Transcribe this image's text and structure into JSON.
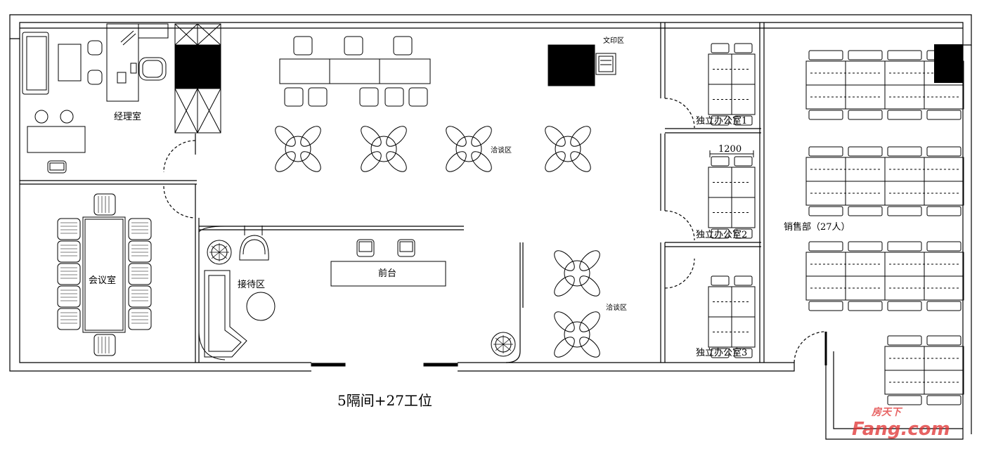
{
  "plan": {
    "rooms": {
      "manager": "经理室",
      "meeting": "会议室",
      "reception": "接待区",
      "front_desk": "前台",
      "print": "文印区",
      "negotiation_1": "洽谈区",
      "negotiation_2": "洽谈区",
      "office_1": "独立办公室1",
      "office_2": "独立办公室2",
      "office_3": "独立办公室3",
      "sales": "销售部（27人）"
    },
    "dimension": "1200",
    "caption": "5隔间+27工位"
  },
  "watermark": {
    "top": "房天下",
    "bottom": "Fang.com",
    "color": "#e03030"
  },
  "colors": {
    "line": "#000000",
    "background": "#ffffff",
    "fill_dark": "#000000"
  }
}
